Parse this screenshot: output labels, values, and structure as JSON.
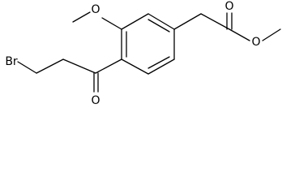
{
  "molecule": {
    "atoms": {
      "br": "Br",
      "o_methoxy": "O",
      "o_ketone": "O",
      "o_carbonyl": "O",
      "o_ester": "O"
    }
  }
}
